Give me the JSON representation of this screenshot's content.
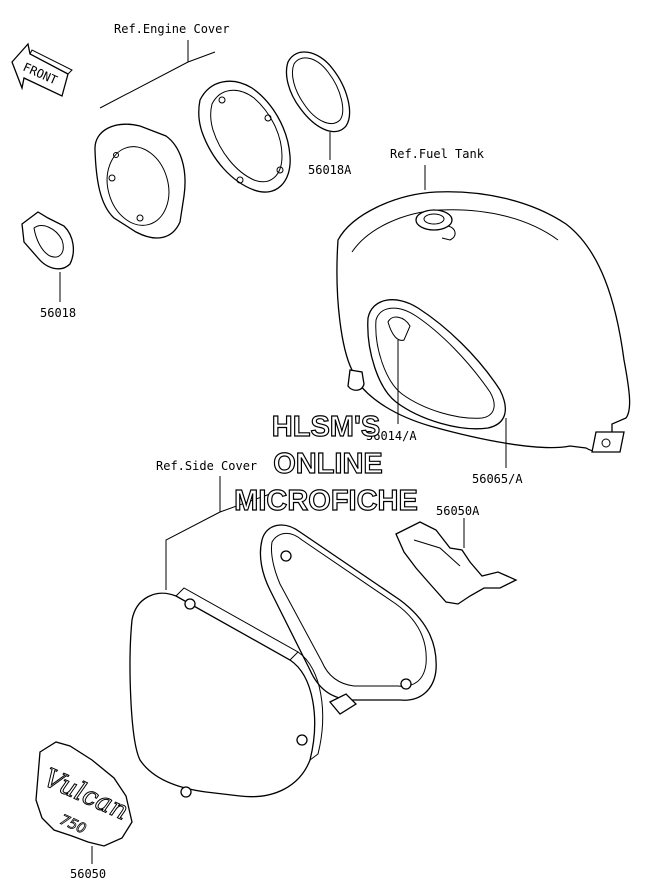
{
  "direction_label": "FRONT",
  "references": {
    "engine_cover": "Ref.Engine Cover",
    "fuel_tank": "Ref.Fuel Tank",
    "side_cover": "Ref.Side Cover"
  },
  "part_numbers": {
    "p56018A": "56018A",
    "p56018": "56018",
    "p56014A": "56014/A",
    "p56065A": "56065/A",
    "p56050A": "56050A",
    "p56050": "56050"
  },
  "watermark": {
    "line1": "HLSM'S",
    "line2": "ONLINE",
    "line3": "MICROFICHE"
  },
  "emblem_text": {
    "script": "Vulcan",
    "number": "750"
  }
}
